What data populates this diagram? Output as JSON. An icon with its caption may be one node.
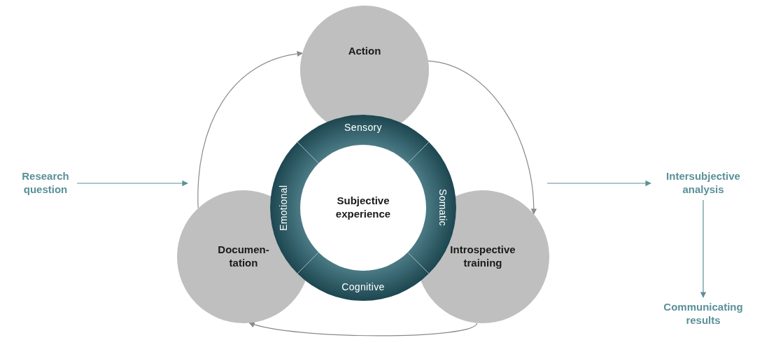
{
  "diagram": {
    "nodes": [
      {
        "text": [
          "Action"
        ]
      },
      {
        "text": [
          "Research question"
        ]
      },
      {
        "text": [
          "Subjective experience"
        ]
      },
      {
        "text": [
          "Sensory"
        ],
        "in": 2
      },
      {
        "text": [
          "Emotional"
        ],
        "in": 2
      },
      {
        "text": [
          "Somatic"
        ],
        "in": 2
      },
      {
        "text": [
          "Cognitive"
        ],
        "in": 2
      },
      {
        "text": [
          "Intersubjective analysis"
        ]
      },
      {
        "text": [
          "Documen- tation"
        ]
      },
      {
        "text": [
          "Introspective training"
        ]
      },
      {
        "text": [
          "Communicating results"
        ]
      }
    ],
    "edges": [
      {
        "from": 1,
        "to": 8,
        "arrow": "to",
        "color": "#5b9099"
      },
      {
        "from": 9,
        "to": 7,
        "arrow": "to",
        "color": "#5b9099"
      },
      {
        "from": 7,
        "to": 10,
        "arrow": "to",
        "color": "#5b9099"
      },
      {
        "from": 8,
        "to": 0,
        "arrow": "to",
        "color": "#8a8a8a"
      },
      {
        "from": 0,
        "to": 9,
        "arrow": "to",
        "color": "#8a8a8a"
      },
      {
        "from": 9,
        "to": 8,
        "arrow": "to",
        "color": "#8a8a8a"
      }
    ]
  }
}
